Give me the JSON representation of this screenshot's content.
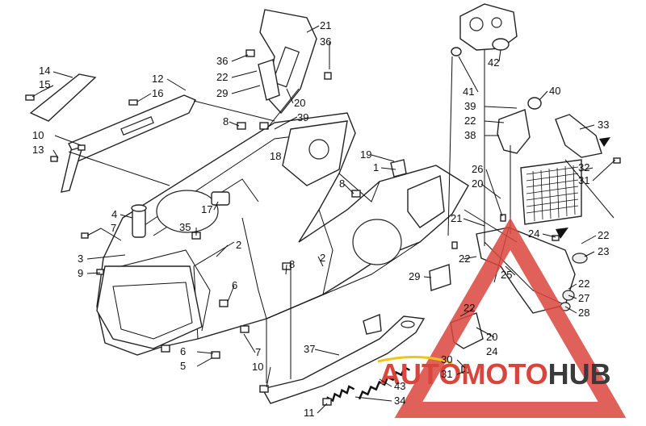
{
  "diagram": {
    "labels": [
      {
        "id": "l14a",
        "text": "14"
      },
      {
        "id": "l15a",
        "text": "15"
      },
      {
        "id": "l12",
        "text": "12"
      },
      {
        "id": "l16",
        "text": "16"
      },
      {
        "id": "l10a",
        "text": "10"
      },
      {
        "id": "l13",
        "text": "13"
      },
      {
        "id": "l36a",
        "text": "36"
      },
      {
        "id": "l22a",
        "text": "22"
      },
      {
        "id": "l29a",
        "text": "29"
      },
      {
        "id": "l21a",
        "text": "21"
      },
      {
        "id": "l36b",
        "text": "36"
      },
      {
        "id": "l20a",
        "text": "20"
      },
      {
        "id": "l8a",
        "text": "8"
      },
      {
        "id": "l39a",
        "text": "39"
      },
      {
        "id": "l18",
        "text": "18"
      },
      {
        "id": "l19",
        "text": "19"
      },
      {
        "id": "l1",
        "text": "1"
      },
      {
        "id": "l8b",
        "text": "8"
      },
      {
        "id": "l17",
        "text": "17"
      },
      {
        "id": "l4",
        "text": "4"
      },
      {
        "id": "l35",
        "text": "35"
      },
      {
        "id": "l7a",
        "text": "7"
      },
      {
        "id": "l2a",
        "text": "2"
      },
      {
        "id": "l3",
        "text": "3"
      },
      {
        "id": "l9",
        "text": "9"
      },
      {
        "id": "l2b",
        "text": "2"
      },
      {
        "id": "l8c",
        "text": "8"
      },
      {
        "id": "l6a",
        "text": "6"
      },
      {
        "id": "l6b",
        "text": "6"
      },
      {
        "id": "l5",
        "text": "5"
      },
      {
        "id": "l7b",
        "text": "7"
      },
      {
        "id": "l10b",
        "text": "10"
      },
      {
        "id": "l37",
        "text": "37"
      },
      {
        "id": "l43",
        "text": "43"
      },
      {
        "id": "l34",
        "text": "34"
      },
      {
        "id": "l11",
        "text": "11"
      },
      {
        "id": "l41",
        "text": "41"
      },
      {
        "id": "l42",
        "text": "42"
      },
      {
        "id": "l40",
        "text": "40"
      },
      {
        "id": "l39b",
        "text": "39"
      },
      {
        "id": "l22b",
        "text": "22"
      },
      {
        "id": "l38",
        "text": "38"
      },
      {
        "id": "l33",
        "text": "33"
      },
      {
        "id": "l32",
        "text": "32"
      },
      {
        "id": "l31a",
        "text": "31"
      },
      {
        "id": "l26",
        "text": "26"
      },
      {
        "id": "l20b",
        "text": "20"
      },
      {
        "id": "l21b",
        "text": "21"
      },
      {
        "id": "l24a",
        "text": "24"
      },
      {
        "id": "l22c",
        "text": "22"
      },
      {
        "id": "l23",
        "text": "23"
      },
      {
        "id": "l22d",
        "text": "22"
      },
      {
        "id": "l29b",
        "text": "29"
      },
      {
        "id": "l25",
        "text": "25"
      },
      {
        "id": "l22e",
        "text": "22"
      },
      {
        "id": "l27",
        "text": "27"
      },
      {
        "id": "l22f",
        "text": "22"
      },
      {
        "id": "l28",
        "text": "28"
      },
      {
        "id": "l20c",
        "text": "20"
      },
      {
        "id": "l30",
        "text": "30"
      },
      {
        "id": "l24b",
        "text": "24"
      },
      {
        "id": "l31b",
        "text": "31"
      }
    ]
  },
  "watermark": {
    "text_red": "AUTOMOTO",
    "text_dark": "HUB",
    "color_red": "#d9453d",
    "color_dark": "#3a3a3a",
    "color_yellow": "#f0c419"
  }
}
